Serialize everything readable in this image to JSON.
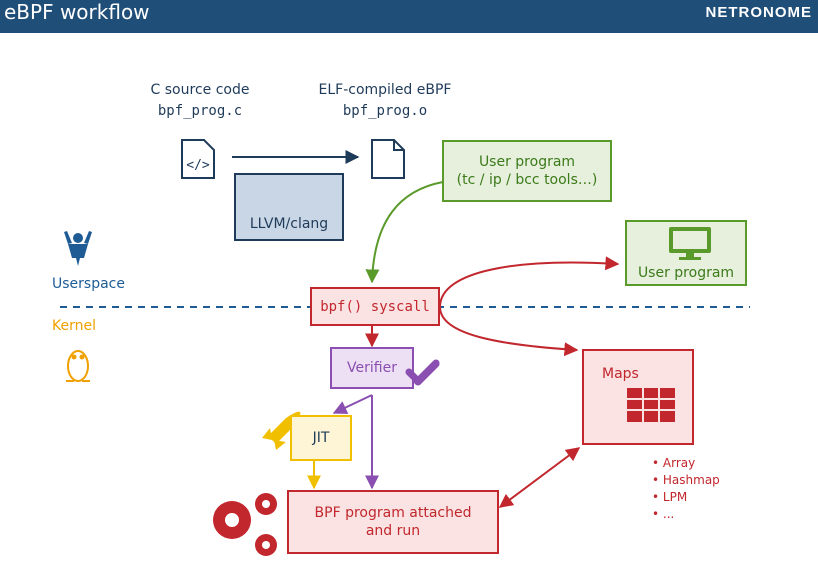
{
  "header": {
    "title": "eBPF workflow",
    "brand": "NETRONOME"
  },
  "source": {
    "label": "C source code",
    "file": "bpf_prog.c"
  },
  "elf": {
    "label": "ELF-compiled eBPF",
    "file": "bpf_prog.o"
  },
  "compiler": {
    "label": "LLVM/clang"
  },
  "user_program_top": {
    "line1": "User program",
    "line2": "(tc / ip / bcc tools…)"
  },
  "user_program_right": {
    "label": "User program"
  },
  "userspace": {
    "label": "Userspace"
  },
  "kernel": {
    "label": "Kernel"
  },
  "syscall": {
    "label": "bpf() syscall"
  },
  "verifier": {
    "label": "Verifier"
  },
  "jit": {
    "label": "JIT"
  },
  "bpf_run": {
    "line1": "BPF program attached",
    "line2": "and run"
  },
  "maps": {
    "label": "Maps",
    "types": [
      "Array",
      "Hashmap",
      "LPM",
      "..."
    ]
  },
  "colors": {
    "header": "#1f4e79",
    "userspace": "#1f5c96",
    "kernel": "#f0a000",
    "red": "#c1272d",
    "green": "#5a9a2a",
    "purple": "#8a4fb0",
    "yellow": "#f0c000",
    "navy": "#1f3b5a"
  }
}
